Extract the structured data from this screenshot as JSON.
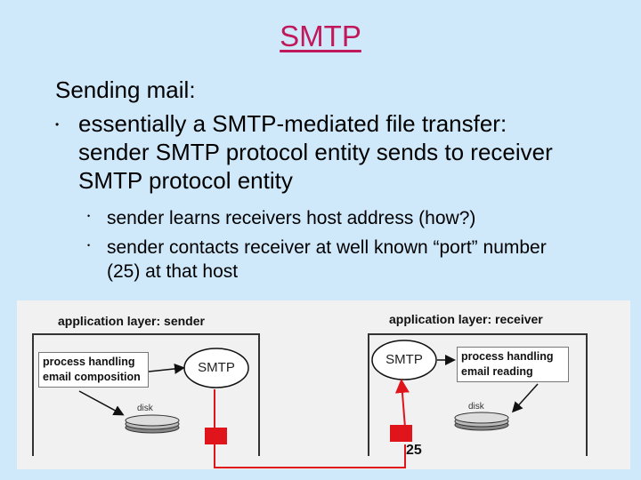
{
  "slide": {
    "title": "SMTP",
    "heading": "Sending mail:",
    "bullet_marker": "•",
    "bullet": "essentially a SMTP-mediated file transfer: sender SMTP protocol entity sends to receiver SMTP protocol entity",
    "sub_marker": "•",
    "sub_bullets": [
      "sender learns receivers host address (how?)",
      "sender contacts receiver at well known “port” number (25) at that host"
    ]
  },
  "diagram": {
    "sender": {
      "layer_label": "application layer: sender",
      "process_label": "process handling email composition",
      "smtp_label": "SMTP",
      "disk_label": "disk"
    },
    "receiver": {
      "layer_label": "application layer: receiver",
      "process_label": "process handling email reading",
      "smtp_label": "SMTP",
      "disk_label": "disk"
    },
    "port_label": "25",
    "colors": {
      "connection": "#e0151b",
      "port_box": "#e0151b"
    }
  }
}
